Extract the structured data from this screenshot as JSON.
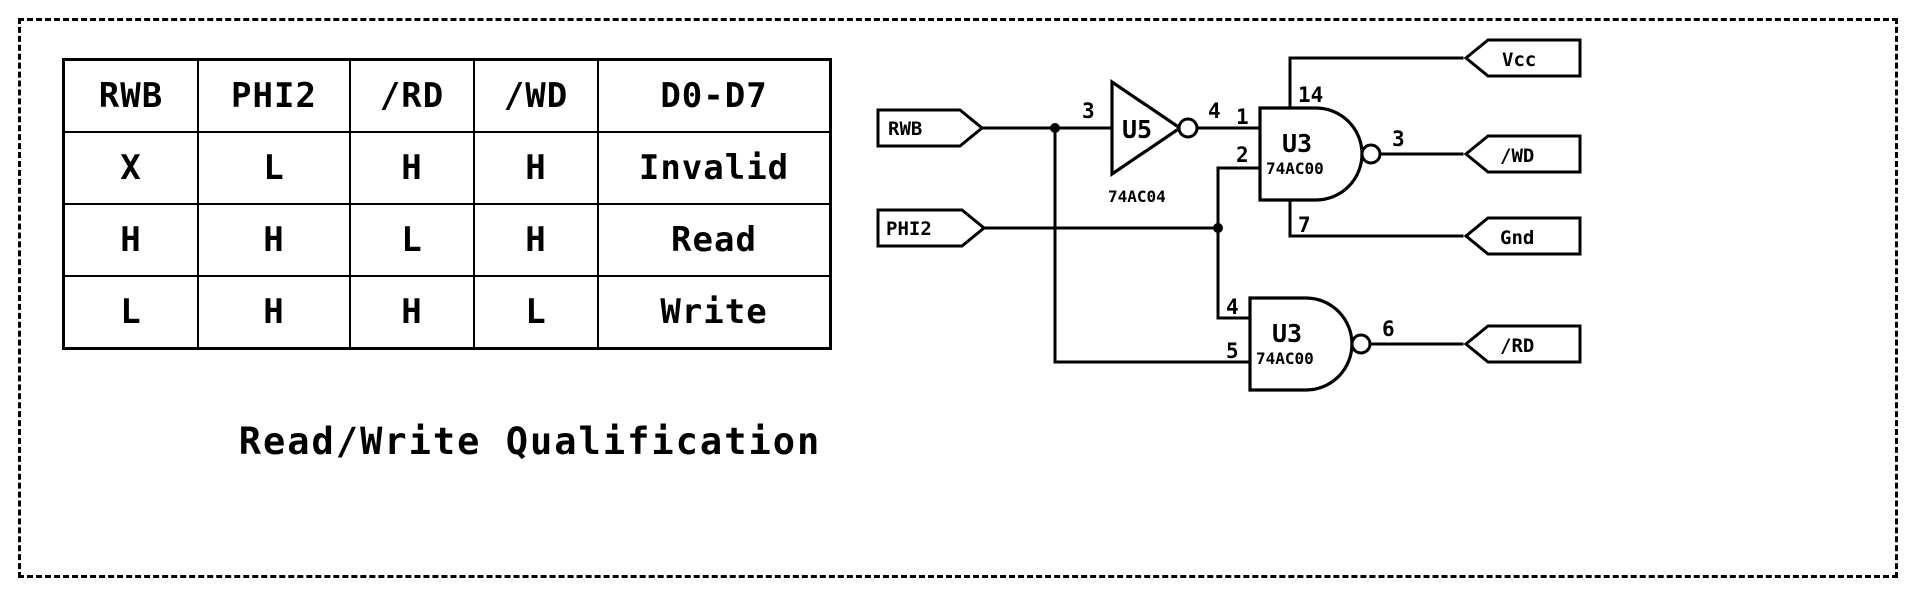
{
  "diagram": {
    "title": "Read/Write Qualification",
    "border_style": "dashed"
  },
  "truth_table": {
    "headers": [
      "RWB",
      "PHI2",
      "/RD",
      "/WD",
      "D0-D7"
    ],
    "rows": [
      [
        "X",
        "L",
        "H",
        "H",
        "Invalid"
      ],
      [
        "H",
        "H",
        "L",
        "H",
        "Read"
      ],
      [
        "L",
        "H",
        "H",
        "L",
        "Write"
      ]
    ]
  },
  "schematic": {
    "input_ports": [
      {
        "name": "RWB",
        "label": "RWB"
      },
      {
        "name": "PHI2",
        "label": "PHI2"
      }
    ],
    "output_ports": [
      {
        "name": "Vcc",
        "label": "Vcc"
      },
      {
        "name": "WDn",
        "label": "/WD"
      },
      {
        "name": "Gnd",
        "label": "Gnd"
      },
      {
        "name": "RDn",
        "label": "/RD"
      }
    ],
    "components": [
      {
        "id": "U5",
        "refdes": "U5",
        "part": "74AC04",
        "type": "inverter",
        "pins": {
          "in": "3",
          "out": "4"
        }
      },
      {
        "id": "U3A",
        "refdes": "U3",
        "part": "74AC00",
        "type": "nand",
        "pins": {
          "in_a": "1",
          "in_b": "2",
          "out": "3",
          "vcc": "14",
          "gnd": "7"
        }
      },
      {
        "id": "U3B",
        "refdes": "U3",
        "part": "74AC00",
        "type": "nand",
        "pins": {
          "in_a": "4",
          "in_b": "5",
          "out": "6"
        }
      }
    ]
  },
  "colors": {
    "ink": "#000000",
    "paper": "#ffffff"
  }
}
